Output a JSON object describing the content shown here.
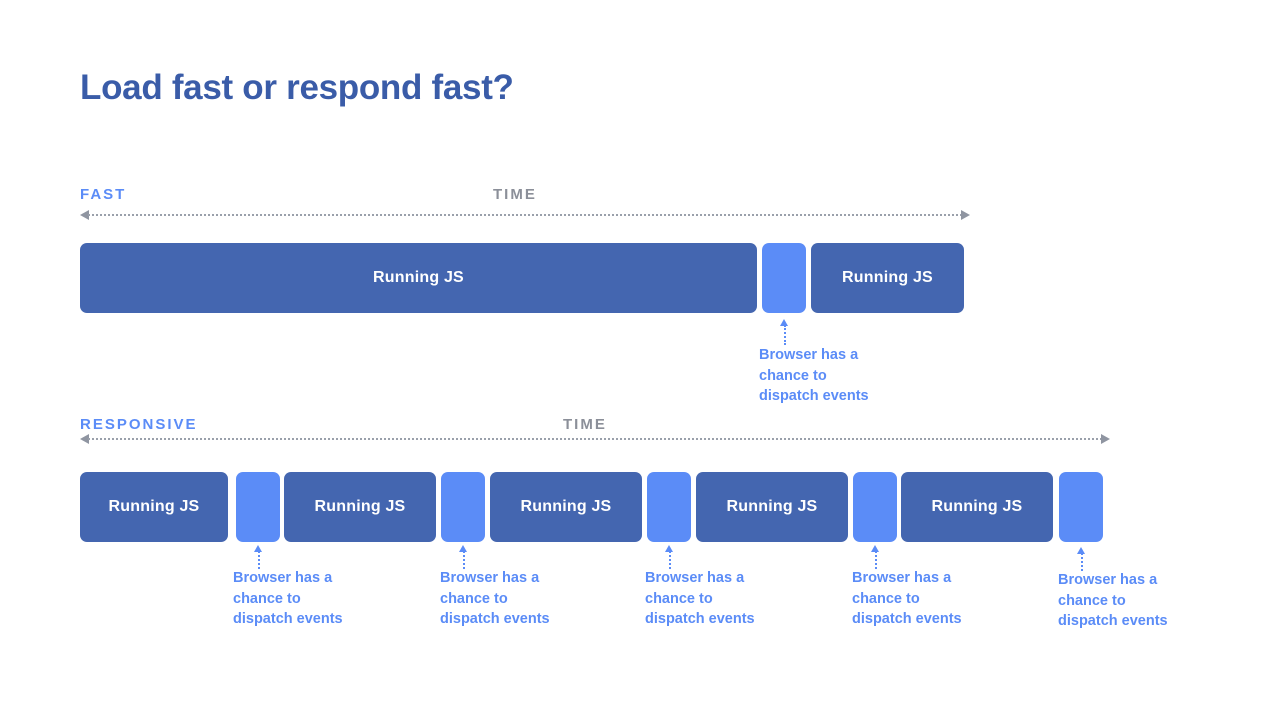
{
  "slide": {
    "title": "Load fast or respond fast?",
    "background": "#ffffff",
    "title_color": "#3a5ca8"
  },
  "colors": {
    "dark_blue": "#4466b0",
    "light_blue": "#5b8cf7",
    "gray": "#8b8f99",
    "axis_gray": "#9aa0ab"
  },
  "timelines": [
    {
      "id": "fast",
      "label": "FAST",
      "time_label": "TIME",
      "blocks": [
        {
          "kind": "js",
          "label": "Running JS"
        },
        {
          "kind": "gap",
          "label": ""
        },
        {
          "kind": "js",
          "label": "Running JS"
        }
      ],
      "callouts": [
        {
          "text": "Browser has a\nchance to\ndispatch events"
        }
      ]
    },
    {
      "id": "responsive",
      "label": "RESPONSIVE",
      "time_label": "TIME",
      "blocks": [
        {
          "kind": "js",
          "label": "Running JS"
        },
        {
          "kind": "gap",
          "label": ""
        },
        {
          "kind": "js",
          "label": "Running JS"
        },
        {
          "kind": "gap",
          "label": ""
        },
        {
          "kind": "js",
          "label": "Running JS"
        },
        {
          "kind": "gap",
          "label": ""
        },
        {
          "kind": "js",
          "label": "Running JS"
        },
        {
          "kind": "gap",
          "label": ""
        },
        {
          "kind": "js",
          "label": "Running JS"
        },
        {
          "kind": "gap",
          "label": ""
        }
      ],
      "callouts": [
        {
          "text": "Browser has a\nchance to\ndispatch events"
        },
        {
          "text": "Browser has a\nchance to\ndispatch events"
        },
        {
          "text": "Browser has a\nchance to\ndispatch events"
        },
        {
          "text": "Browser has a\nchance to\ndispatch events"
        },
        {
          "text": "Browser has a\nchance to\ndispatch events"
        }
      ]
    }
  ]
}
